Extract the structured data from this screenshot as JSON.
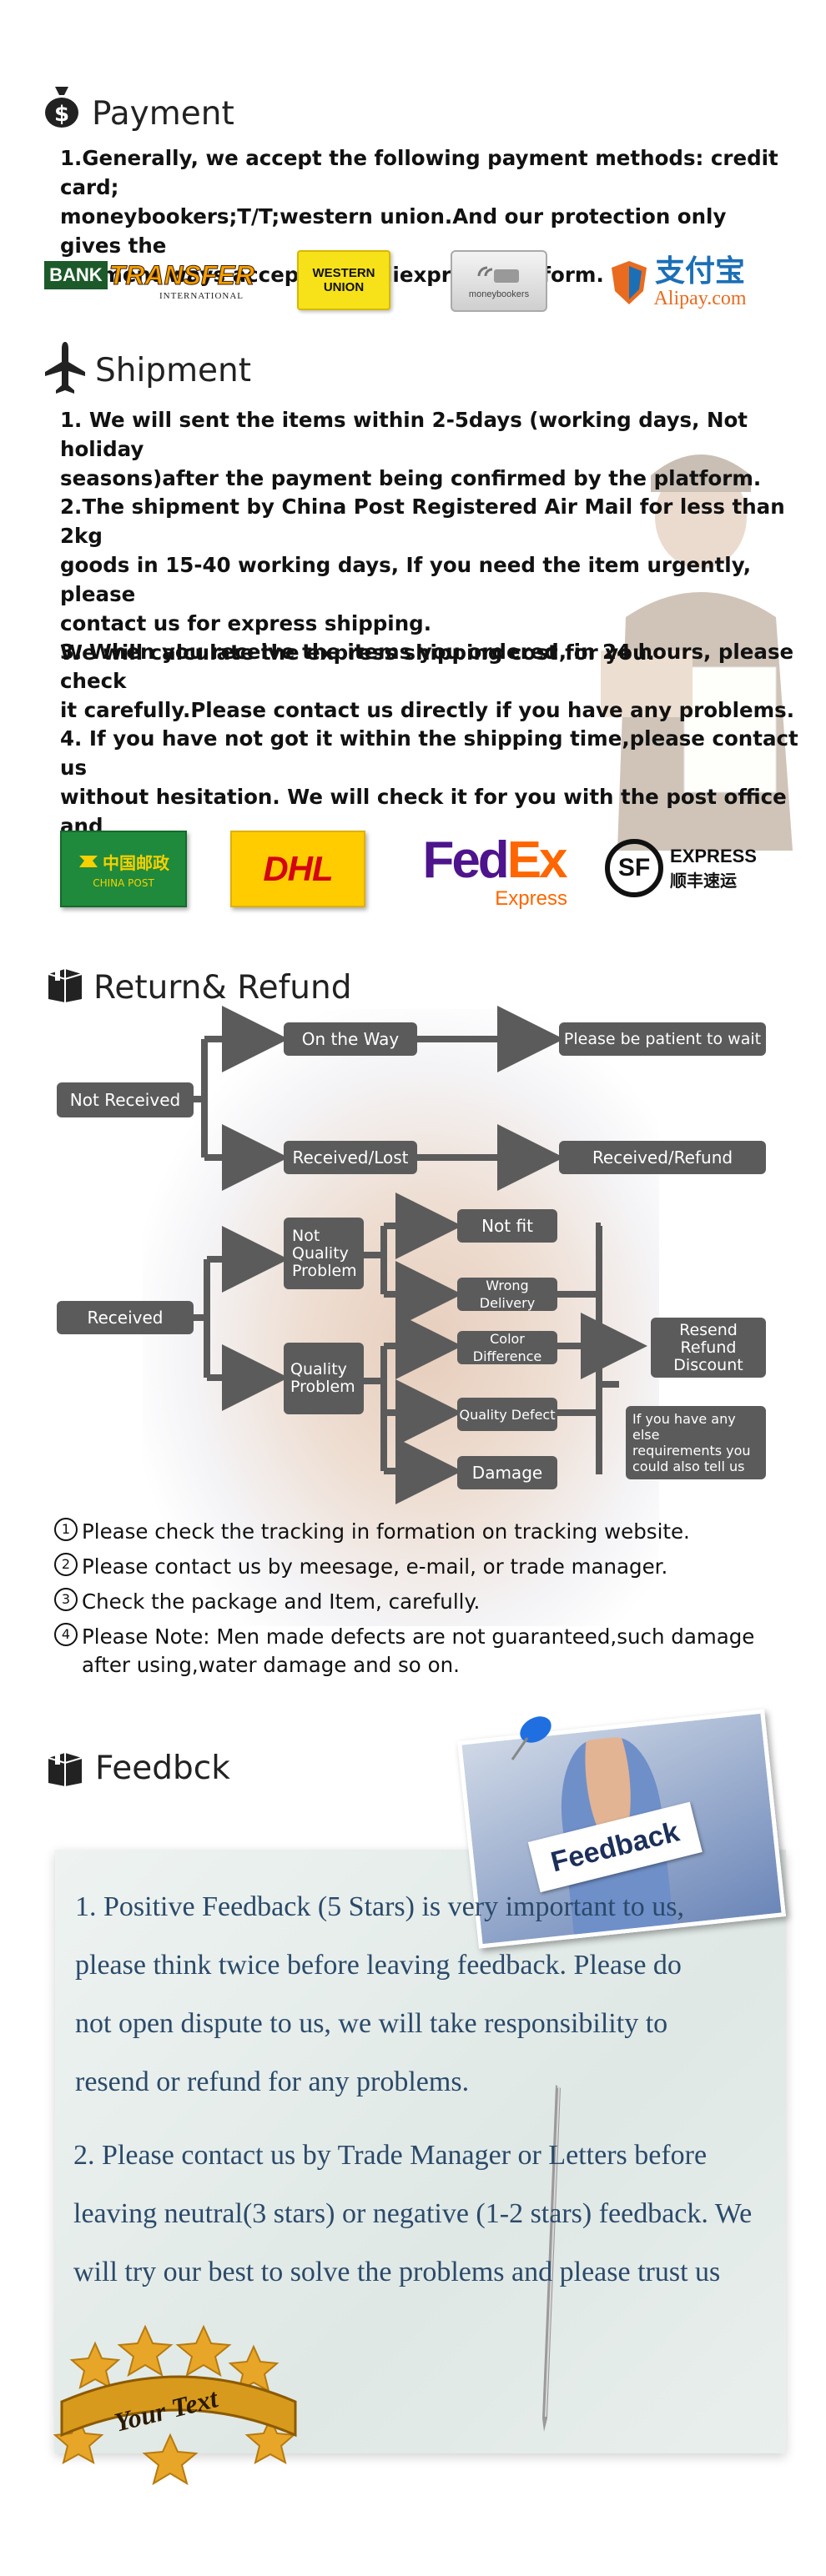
{
  "payment": {
    "title": "Payment",
    "text": "1.Generally, we accept the following payment methods: credit card;\nmoneybookers;T/T;western union.And our protection only gives the\npayment ways acceped by Aliexpress platform.",
    "logos": {
      "bank_transfer_a": "BANK",
      "bank_transfer_b": "TRANSFER",
      "bank_transfer_sub": "INTERNATIONAL",
      "western_union_a": "WESTERN",
      "western_union_b": "UNION",
      "moneybookers": "moneybookers",
      "alipay_cn": "支付宝",
      "alipay_en": "Alipay.com"
    }
  },
  "shipment": {
    "title": "Shipment",
    "p1": "1. We will sent the items within 2-5days (working days, Not holiday\nseasons)after the payment being confirmed by the platform.",
    "p2": "2.The shipment by China Post Registered Air Mail for less than  2kg\ngoods in 15-40 working days, If  you need the item urgently, please\ncontact us for express shipping.\nWe will calculate the express shipping cost for you.",
    "p3": "3. When you receive the items you ordered, in 24 hours, please check\n it carefully.Please contact us directly if you have any problems.",
    "p4": "4. If you have not got it within the shipping time,please contact us\nwithout hesitation. We will check it for you with the post office and\ncustoms.",
    "logos": {
      "china_post_cn": "中国邮政",
      "china_post_en": "CHINA POST",
      "dhl": "DHL",
      "fedex_a": "Fed",
      "fedex_b": "Ex",
      "fedex_sub": "Express",
      "sf_mark": "SF",
      "sf_en": "EXPRESS",
      "sf_cn": "顺丰速运"
    }
  },
  "refund": {
    "title": "Return& Refund",
    "flow": {
      "not_received": "Not Received",
      "on_the_way": "On the Way",
      "be_patient": "Please be patient to wait",
      "received_lost": "Received/Lost",
      "received_refund": "Received/Refund",
      "received": "Received",
      "not_quality_problem": "Not\nQuality\nProblem",
      "quality_problem": "Quality\nProblem",
      "not_fit": "Not fit",
      "wrong_delivery": "Wrong Delivery",
      "color_difference": "Color Difference",
      "quality_defect": "Quality Defect",
      "damage": "Damage",
      "resend_refund_discount": "Resend\nRefund\nDiscount",
      "else_requirements": "If you have any else\nrequirements you\ncould also tell us"
    },
    "list": [
      {
        "num": "1",
        "text": "Please check the tracking in formation on tracking website."
      },
      {
        "num": "2",
        "text": "Please contact us by meesage, e-mail, or trade manager."
      },
      {
        "num": "3",
        "text": "Check the package and Item, carefully."
      },
      {
        "num": "4",
        "text": "Please Note: Men made defects  are not guaranteed,such damage\nafter using,water damage and so on."
      }
    ]
  },
  "feedback": {
    "title": "Feedbck",
    "sign": "Feedback",
    "lines": [
      "1. Positive Feedback (5 Stars) is very important to us,",
      "please think twice before leaving feedback. Please do",
      "not open dispute to us,   we will take responsibility to",
      "resend or refund for any problems.",
      "2. Please contact us by Trade Manager or Letters before",
      "leaving neutral(3 stars) or negative (1-2 stars) feedback. We",
      "will try our best to solve the problems and please trust us"
    ],
    "badge": "Your Text"
  },
  "colors": {
    "flow_box": "#5b5b5b",
    "feedback_text": "#2b4a6a",
    "dhl_yellow": "#ffcc00",
    "dhl_red": "#d40511",
    "fedex_purple": "#4d148c",
    "fedex_orange": "#ff6600",
    "china_post_green": "#1f8a3b"
  }
}
